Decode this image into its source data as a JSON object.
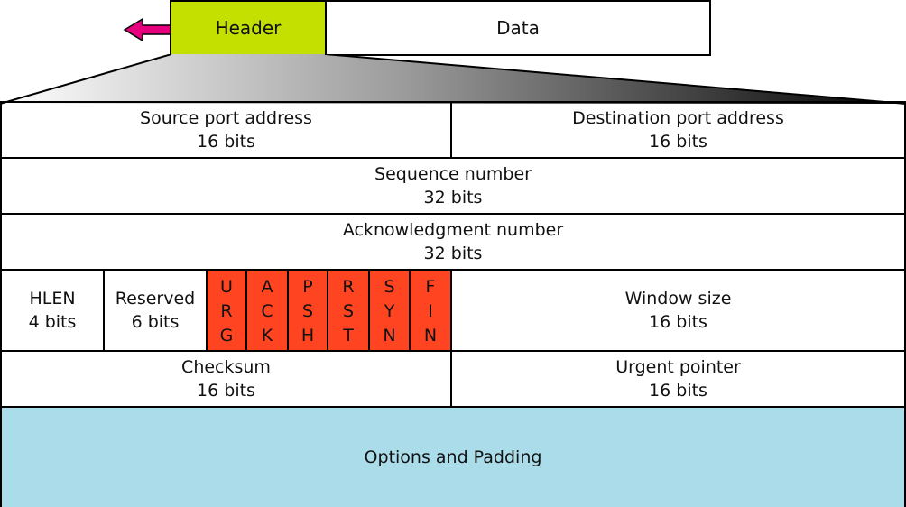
{
  "segment": {
    "header_label": "Header",
    "data_label": "Data",
    "header_color": "#c3e000",
    "arrow_color": "#e6007e",
    "arrow_icon": "left-arrow-icon"
  },
  "tcp_header": {
    "rows": [
      {
        "cells": [
          {
            "name": "Source port address",
            "size": "16 bits"
          },
          {
            "name": "Destination port address",
            "size": "16 bits"
          }
        ]
      },
      {
        "cells": [
          {
            "name": "Sequence number",
            "size": "32 bits"
          }
        ]
      },
      {
        "cells": [
          {
            "name": "Acknowledgment number",
            "size": "32 bits"
          }
        ]
      },
      {
        "cells": [
          {
            "name": "HLEN",
            "size": "4 bits"
          },
          {
            "name": "Reserved",
            "size": "6 bits"
          },
          {
            "name": "Window size",
            "size": "16 bits"
          }
        ]
      },
      {
        "cells": [
          {
            "name": "Checksum",
            "size": "16 bits"
          },
          {
            "name": "Urgent pointer",
            "size": "16 bits"
          }
        ]
      }
    ],
    "flags": [
      {
        "letters": [
          "U",
          "R",
          "G"
        ]
      },
      {
        "letters": [
          "A",
          "C",
          "K"
        ]
      },
      {
        "letters": [
          "P",
          "S",
          "H"
        ]
      },
      {
        "letters": [
          "R",
          "S",
          "T"
        ]
      },
      {
        "letters": [
          "S",
          "Y",
          "N"
        ]
      },
      {
        "letters": [
          "F",
          "I",
          "N"
        ]
      }
    ],
    "flag_color": "#ff4422",
    "options": "Options and Padding",
    "options_color": "#aadcea"
  }
}
